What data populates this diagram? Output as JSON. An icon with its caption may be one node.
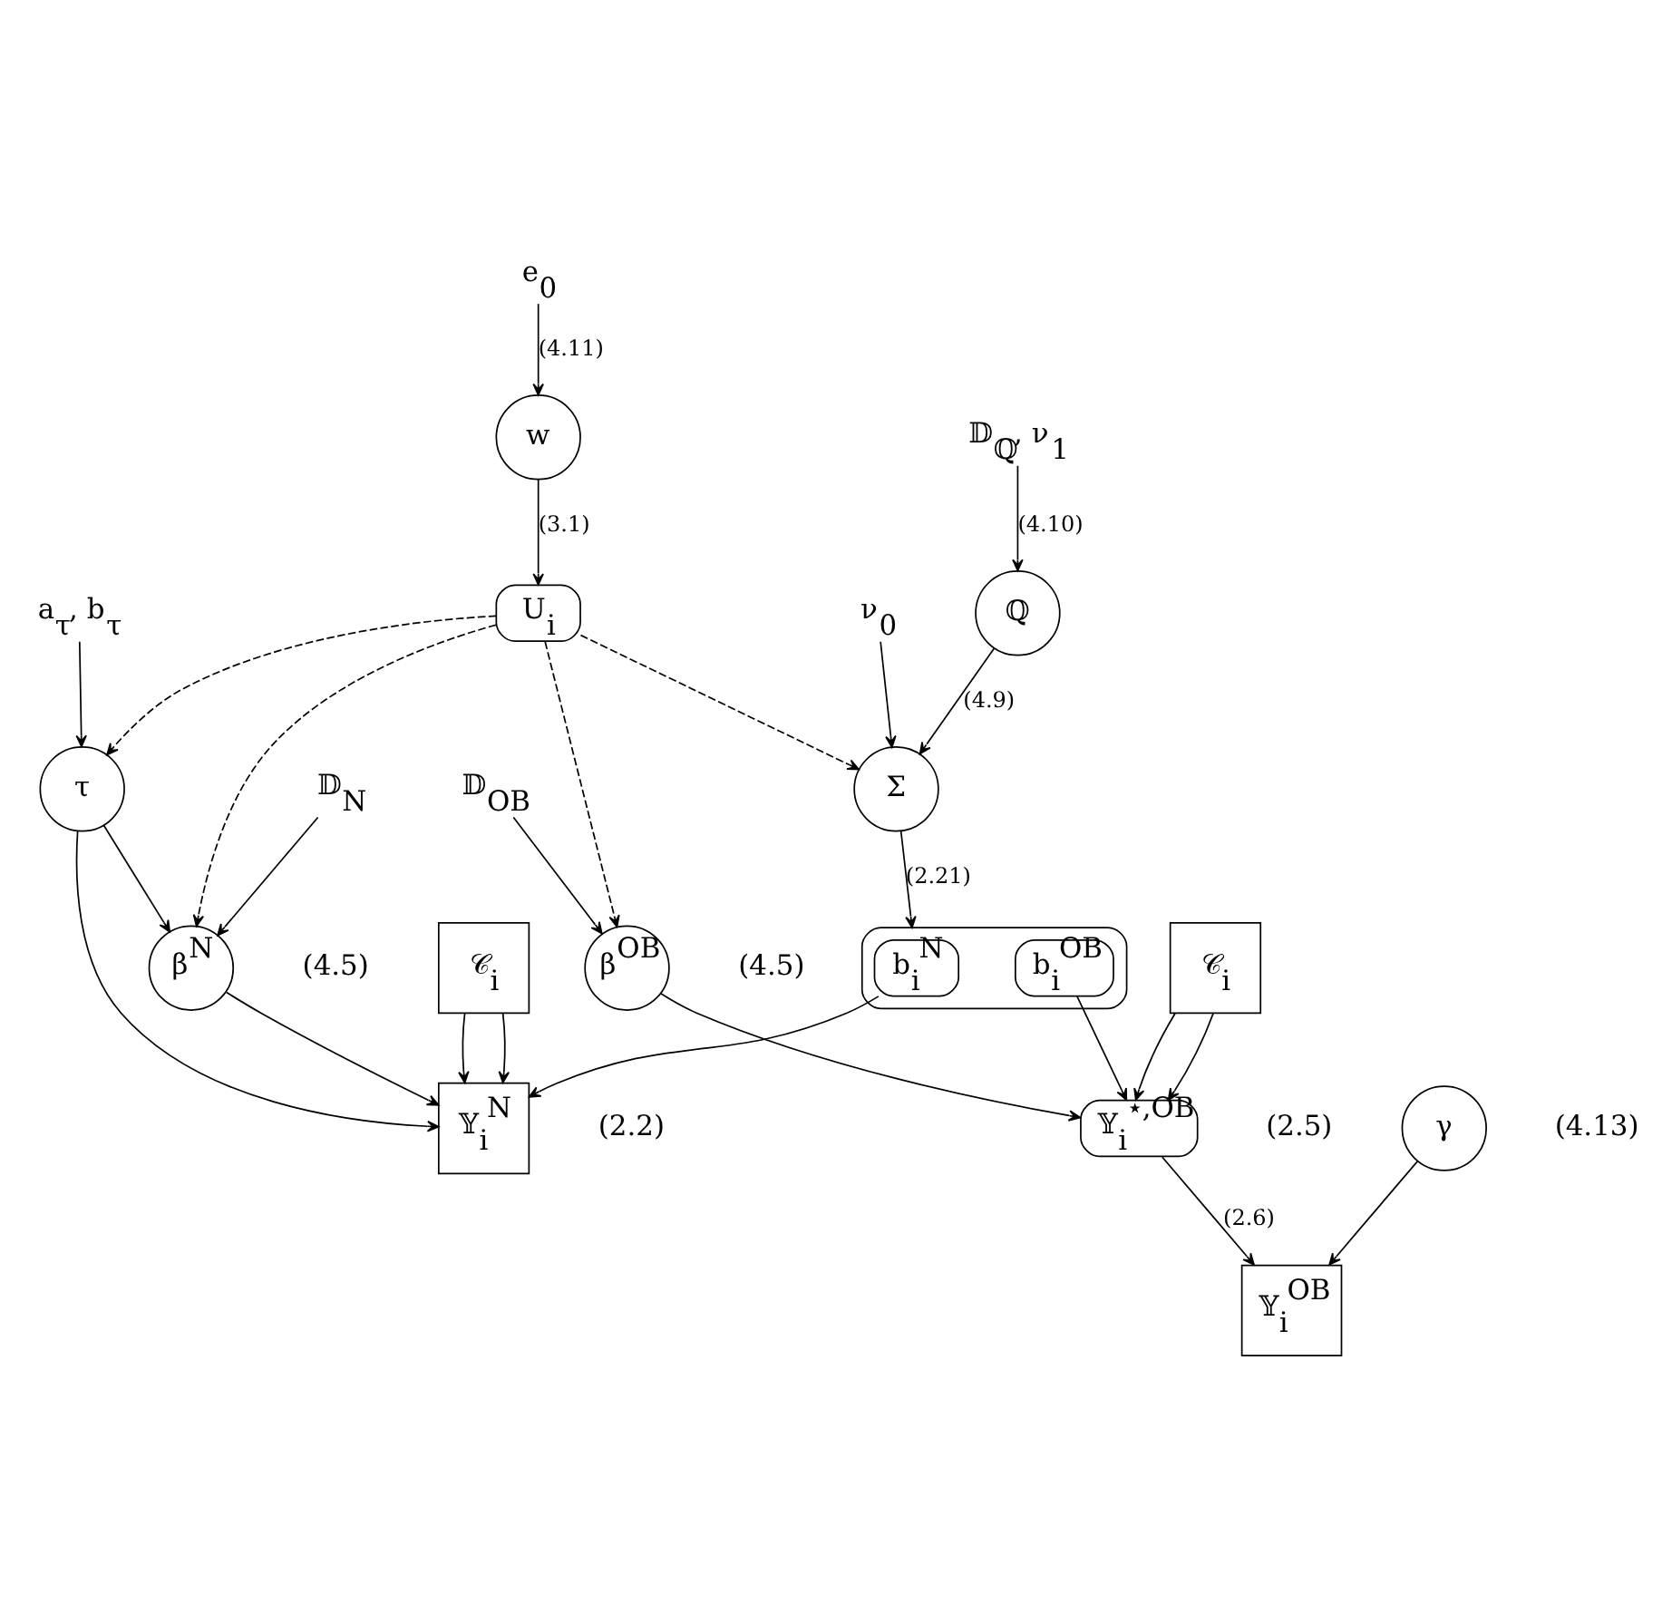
{
  "diagram": {
    "nodes": [
      {
        "text": [
          "𝔻$_{ℚ}$, ν$_{1}$"
        ]
      },
      {
        "text": [
          "ℚ"
        ]
      },
      {
        "text": [
          "ν$_{0}$"
        ]
      },
      {
        "text": [
          "Σ"
        ]
      },
      {
        "text": [],
        "shape": "ellipse"
      },
      {
        "text": [
          "b$_{i}$$^{N}$"
        ],
        "in": 4
      },
      {
        "text": [
          "b$_{i}$$^{OB}$"
        ],
        "in": 4
      },
      {
        "text": [
          "e$_{0}$"
        ]
      },
      {
        "text": [
          "w"
        ]
      },
      {
        "text": [
          "U$_{i}$"
        ]
      },
      {
        "text": [
          "𝒞$_{i}$"
        ]
      },
      {
        "text": [
          "𝕐$_{i}$$^{N}$"
        ],
        "beside": [
          "(2.2)"
        ]
      },
      {
        "text": [
          "𝕐$_{i}$$^{OB}$"
        ]
      },
      {
        "text": [
          "𝒞$_{i}$"
        ]
      },
      {
        "text": [
          "𝕐$_{i}$$^{⋆,OB}$"
        ],
        "beside": [
          "(2.5)"
        ]
      },
      {
        "text": [
          "γ"
        ],
        "beside": [
          "(4.13)"
        ]
      },
      {
        "text": [
          "β$^{N}$"
        ],
        "beside": [
          "(4.5)"
        ]
      },
      {
        "text": [
          "𝔻$_{N}$"
        ]
      },
      {
        "text": [
          "τ"
        ]
      },
      {
        "text": [
          "a$_{τ}$, b$_{τ}$"
        ]
      },
      {
        "text": [
          "β$^{OB}$"
        ],
        "beside": [
          "(4.5)"
        ]
      },
      {
        "text": [
          "𝔻$_{OB}$"
        ]
      }
    ],
    "edges": [
      {
        "from": 0,
        "to": 1,
        "arrow": "to",
        "label": "(4.10)"
      },
      {
        "from": 1,
        "to": 3,
        "arrow": "to",
        "label": "(4.9)"
      },
      {
        "from": 2,
        "to": 3,
        "arrow": "to"
      },
      {
        "from": 9,
        "to": 3,
        "arrow": "to",
        "style": "dashed"
      },
      {
        "from": 3,
        "to": 4,
        "arrow": "to",
        "label": "(2.21)"
      },
      {
        "from": 7,
        "to": 8,
        "arrow": "to",
        "label": "(4.11)"
      },
      {
        "from": 8,
        "to": 9,
        "arrow": "to",
        "label": "(3.1)"
      },
      {
        "from": 5,
        "to": 11,
        "arrow": "to"
      },
      {
        "from": 6,
        "to": 14,
        "arrow": "to"
      },
      {
        "from": 10,
        "to": 11,
        "arrow": "to"
      },
      {
        "from": 10,
        "to": 11,
        "arrow": "to"
      },
      {
        "from": 13,
        "to": 14,
        "arrow": "to"
      },
      {
        "from": 13,
        "to": 14,
        "arrow": "to"
      },
      {
        "from": 14,
        "to": 12,
        "arrow": "to",
        "label": "(2.6)"
      },
      {
        "from": 15,
        "to": 12,
        "arrow": "to"
      },
      {
        "from": 16,
        "to": 11,
        "arrow": "to"
      },
      {
        "from": 18,
        "to": 11,
        "arrow": "to"
      },
      {
        "from": 20,
        "to": 14,
        "arrow": "to"
      },
      {
        "from": 18,
        "to": 16,
        "arrow": "to"
      },
      {
        "from": 17,
        "to": 16,
        "arrow": "to"
      },
      {
        "from": 19,
        "to": 18,
        "arrow": "to"
      },
      {
        "from": 21,
        "to": 20,
        "arrow": "to"
      },
      {
        "from": 9,
        "to": 20,
        "arrow": "to",
        "style": "dashed"
      },
      {
        "from": 9,
        "to": 18,
        "arrow": "to",
        "style": "dashed"
      },
      {
        "from": 9,
        "to": 16,
        "arrow": "to",
        "style": "dashed"
      }
    ]
  }
}
